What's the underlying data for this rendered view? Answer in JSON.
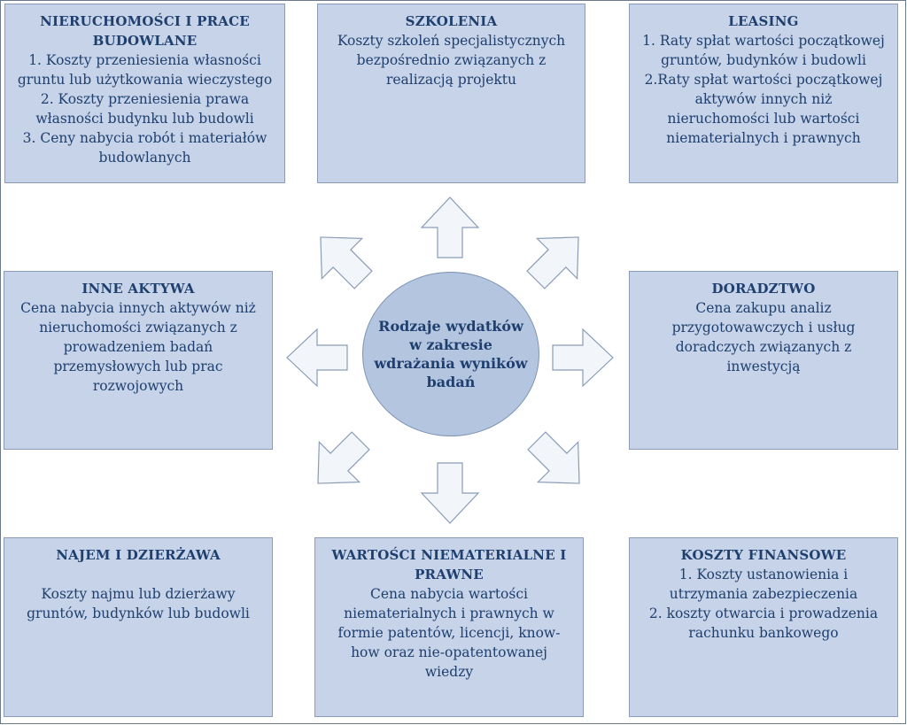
{
  "center": {
    "lines": [
      "Rodzaje wydatków",
      "w zakresie",
      "wdrażania wyników",
      "badań"
    ]
  },
  "boxes": {
    "nieruchomosci": {
      "title": [
        "NIERUCHOMOŚCI I PRACE",
        "BUDOWLANE"
      ],
      "body": [
        "1. Koszty przeniesienia własności",
        "gruntu lub użytkowania wieczystego",
        "2. Koszty przeniesienia prawa",
        "własności budynku lub budowli",
        "3. Ceny nabycia robót i materiałów",
        "budowlanych"
      ]
    },
    "szkolenia": {
      "title": [
        "SZKOLENIA"
      ],
      "body": [
        "Koszty szkoleń specjalistycznych",
        "bezpośrednio związanych z",
        "realizacją projektu"
      ]
    },
    "leasing": {
      "title": [
        "LEASING"
      ],
      "body": [
        "1. Raty spłat wartości początkowej",
        "gruntów, budynków i budowli",
        "2.Raty spłat wartości początkowej",
        "aktywów innych niż",
        "nieruchomości lub wartości",
        "niematerialnych i prawnych"
      ]
    },
    "inne_aktywa": {
      "title": [
        "INNE AKTYWA"
      ],
      "body": [
        "Cena nabycia innych aktywów niż",
        "nieruchomości związanych z",
        "prowadzeniem badań",
        "przemysłowych lub prac",
        "rozwojowych"
      ]
    },
    "doradztwo": {
      "title": [
        "DORADZTWO"
      ],
      "body": [
        "Cena zakupu analiz",
        "przygotowawczych i usług",
        "doradczych związanych z",
        "inwestycją"
      ]
    },
    "najem": {
      "title": [
        "NAJEM I DZIERŻAWA"
      ],
      "body": [
        "Koszty najmu lub dzierżawy",
        "gruntów, budynków lub budowli"
      ]
    },
    "wartosci": {
      "title": [
        "WARTOŚCI NIEMATERIALNE I",
        "PRAWNE"
      ],
      "body": [
        "Cena nabycia wartości",
        "niematerialnych i prawnych w",
        "formie patentów, licencji, know-",
        "how oraz nie-opatentowanej",
        "wiedzy"
      ]
    },
    "finansowe": {
      "title": [
        "KOSZTY FINANSOWE"
      ],
      "body": [
        "1. Koszty ustanowienia i",
        "utrzymania zabezpieczenia",
        "2. koszty otwarcia i prowadzenia",
        "rachunku bankowego"
      ]
    }
  },
  "colors": {
    "box_fill": "#c6d3e8",
    "circle_fill": "#b4c5e0",
    "text": "#1f3f6e",
    "arrow_fill": "#f2f5fa",
    "arrow_stroke": "#8a9cb8"
  }
}
